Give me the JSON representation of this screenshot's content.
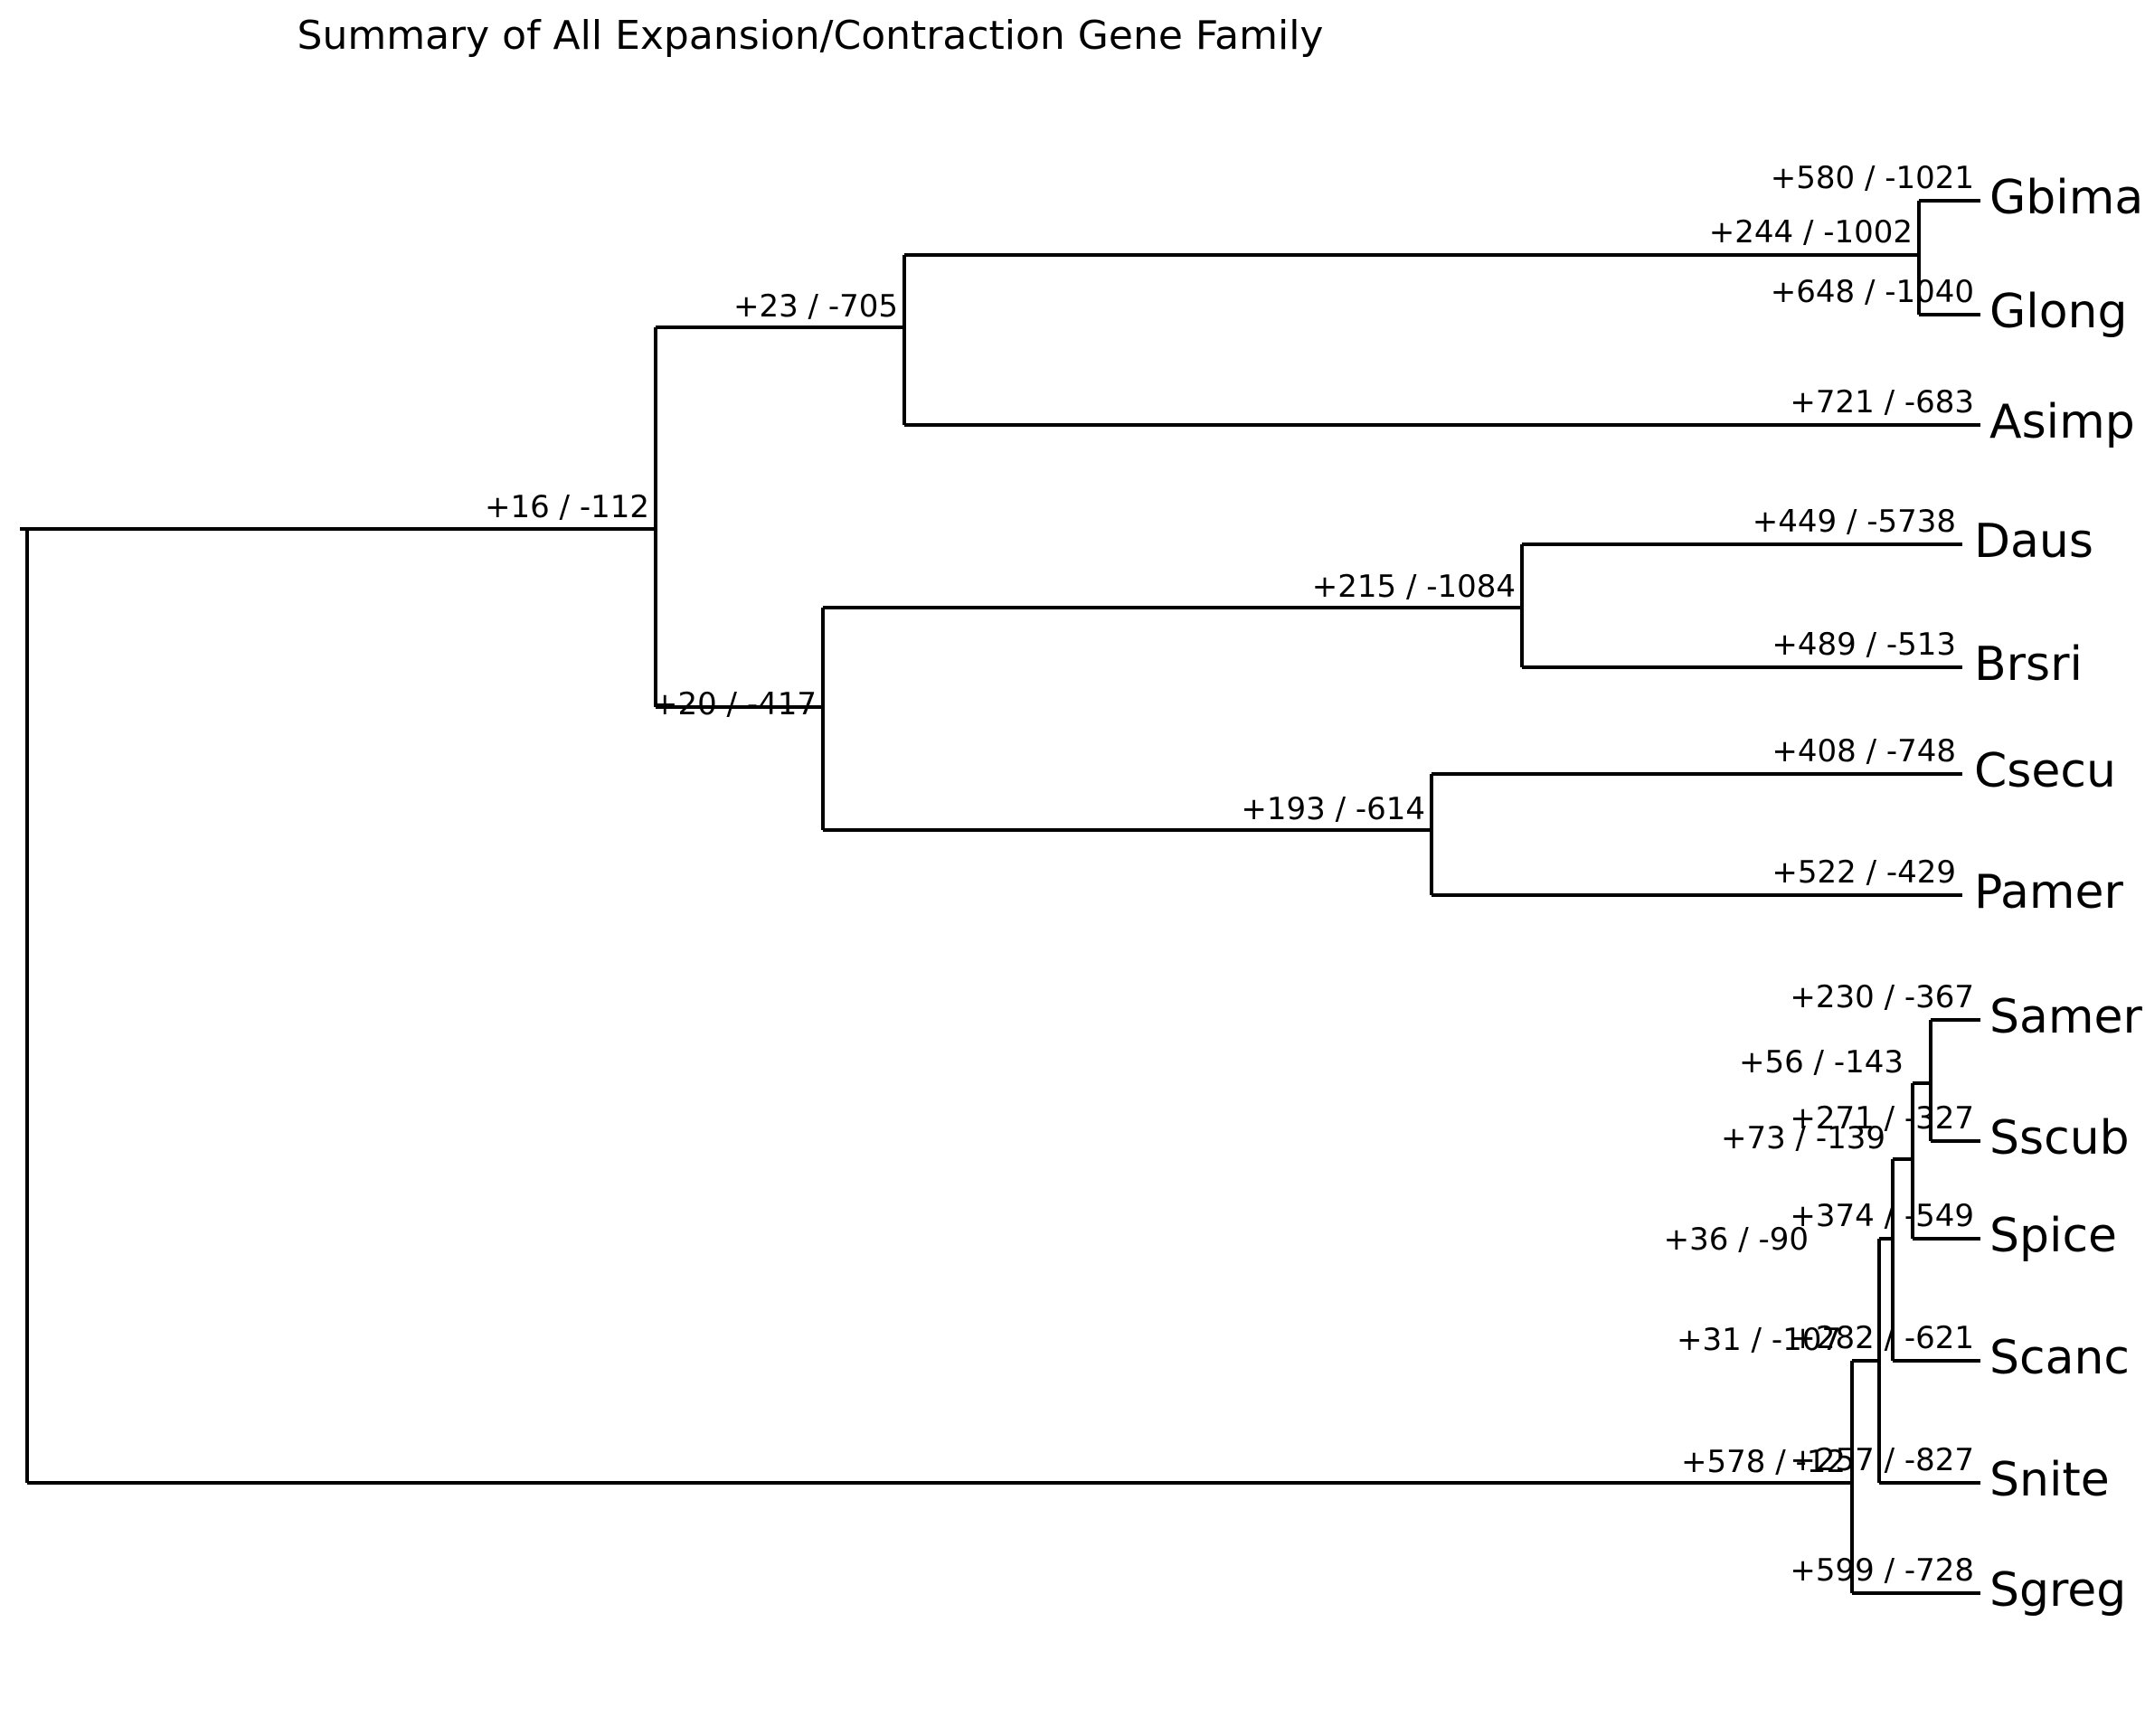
{
  "title": "Summary of All Expansion/Contraction Gene Family",
  "colors": {
    "background": "#ffffff",
    "line": "#000000",
    "text": "#000000"
  },
  "chart_data": {
    "type": "tree",
    "title": "Summary of All Expansion/Contraction Gene Family",
    "xlabel": "",
    "ylabel": "",
    "grid": false,
    "legend": "none",
    "label_format": "+expansions / -contractions",
    "taxa": [
      "Gbima",
      "Glong",
      "Asimp",
      "Daus",
      "Brsri",
      "Csecu",
      "Pamer",
      "Samer",
      "Sscub",
      "Spice",
      "Scanc",
      "Snite",
      "Sgreg"
    ],
    "leaves": [
      {
        "name": "Gbima",
        "expansion": 580,
        "contraction": -1021,
        "label": "+580 / -1021"
      },
      {
        "name": "Glong",
        "expansion": 648,
        "contraction": -1040,
        "label": "+648 / -1040"
      },
      {
        "name": "Asimp",
        "expansion": 721,
        "contraction": -683,
        "label": "+721 / -683"
      },
      {
        "name": "Daus",
        "expansion": 449,
        "contraction": -5738,
        "label": "+449 / -5738"
      },
      {
        "name": "Brsri",
        "expansion": 489,
        "contraction": -513,
        "label": "+489 / -513"
      },
      {
        "name": "Csecu",
        "expansion": 408,
        "contraction": -748,
        "label": "+408 / -748"
      },
      {
        "name": "Pamer",
        "expansion": 522,
        "contraction": -429,
        "label": "+522 / -429"
      },
      {
        "name": "Samer",
        "expansion": 230,
        "contraction": -367,
        "label": "+230 / -367"
      },
      {
        "name": "Sscub",
        "expansion": 271,
        "contraction": -327,
        "label": "+271 / -327"
      },
      {
        "name": "Spice",
        "expansion": 374,
        "contraction": -549,
        "label": "+374 / -549"
      },
      {
        "name": "Scanc",
        "expansion": 282,
        "contraction": -621,
        "label": "+282 / -621"
      },
      {
        "name": "Snite",
        "expansion": 257,
        "contraction": -827,
        "label": "+257 / -827"
      },
      {
        "name": "Sgreg",
        "expansion": 599,
        "contraction": -728,
        "label": "+599 / -728"
      }
    ],
    "internal_nodes": [
      {
        "id": "n-gbima-glong",
        "expansion": 244,
        "contraction": -1002,
        "label": "+244 / -1002",
        "children": [
          "Gbima",
          "Glong"
        ]
      },
      {
        "id": "n-gg-asimp",
        "expansion": 23,
        "contraction": -705,
        "label": "+23 / -705",
        "children": [
          "n-gbima-glong",
          "Asimp"
        ]
      },
      {
        "id": "n-daus-brsri",
        "expansion": 215,
        "contraction": -1084,
        "label": "+215 / -1084",
        "children": [
          "Daus",
          "Brsri"
        ]
      },
      {
        "id": "n-csecu-pamer",
        "expansion": 193,
        "contraction": -614,
        "label": "+193 / -614",
        "children": [
          "Csecu",
          "Pamer"
        ]
      },
      {
        "id": "n-db-cp",
        "expansion": 20,
        "contraction": -417,
        "label": "+20 / -417",
        "children": [
          "n-daus-brsri",
          "n-csecu-pamer"
        ]
      },
      {
        "id": "n-upper",
        "expansion": 16,
        "contraction": -112,
        "label": "+16 / -112",
        "children": [
          "n-gg-asimp",
          "n-db-cp"
        ]
      },
      {
        "id": "n-samer-sscub",
        "expansion": 56,
        "contraction": -143,
        "label": "+56 / -143",
        "children": [
          "Samer",
          "Sscub"
        ]
      },
      {
        "id": "n-ss-spice",
        "expansion": 73,
        "contraction": -139,
        "label": "+73 / -139",
        "children": [
          "n-samer-sscub",
          "Spice"
        ]
      },
      {
        "id": "n-ssp-scanc",
        "expansion": 36,
        "contraction": -90,
        "label": "+36 / -90",
        "children": [
          "n-ss-spice",
          "Scanc"
        ]
      },
      {
        "id": "n-sspc-snite",
        "expansion": 31,
        "contraction": -107,
        "label": "+31 / -107",
        "children": [
          "n-ssp-scanc",
          "Snite"
        ]
      },
      {
        "id": "n-lower",
        "expansion": 578,
        "contraction": -12,
        "label": "+578 / -12",
        "children": [
          "n-sspc-snite",
          "Sgreg"
        ]
      }
    ],
    "root": {
      "id": "root",
      "children": [
        "n-upper",
        "n-lower"
      ]
    }
  }
}
